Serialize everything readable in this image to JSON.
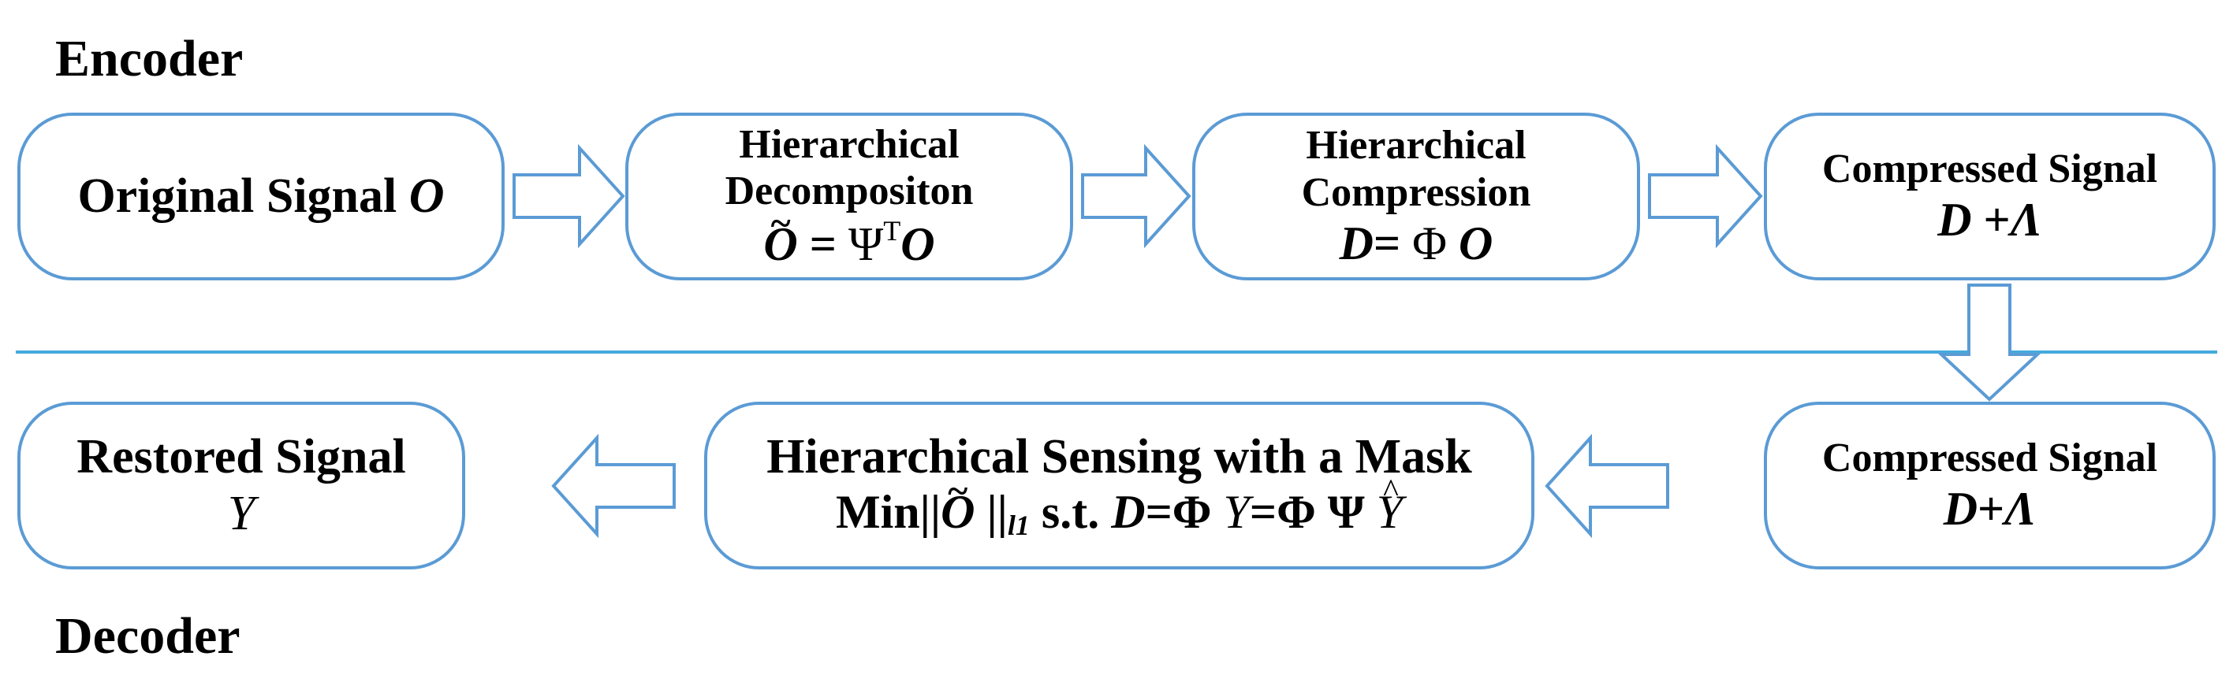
{
  "encoder_label": "Encoder",
  "decoder_label": "Decoder",
  "boxes": {
    "original": {
      "line1_text": "Original Signal",
      "line1_var": "O"
    },
    "decomposition": {
      "line1": "Hierarchical",
      "line2": "Decompositon",
      "eq": {
        "lhs": "O",
        "equals": " =",
        "psi": "Ψ",
        "sup": "T",
        "rhs": "O"
      }
    },
    "compression": {
      "line1": "Hierarchical",
      "line2": "Compression",
      "eq": {
        "lhs": "D",
        "equals": "=",
        "phi": " Φ ",
        "rhs": "O"
      }
    },
    "compressed_top": {
      "line1": "Compressed Signal",
      "eq": {
        "d": "D",
        "plus": " +",
        "lambda": "Λ"
      }
    },
    "compressed_bottom": {
      "line1": "Compressed Signal",
      "eq": {
        "d": "D",
        "plus": "+",
        "lambda": "Λ"
      }
    },
    "sensing": {
      "line1": "Hierarchical Sensing with a Mask",
      "eq": {
        "min": "Min||",
        "o": "O",
        "norm": " ||",
        "sub": "l1",
        "st": " s.t. ",
        "d": "D",
        "eq1": "=Φ ",
        "y1": "Y",
        "eq2": "=Φ Ψ ",
        "y2": "Y"
      }
    },
    "restored": {
      "line1": "Restored Signal",
      "var": "Y"
    }
  },
  "colors": {
    "box_border": "#5b9bd5",
    "divider": "#44aadd",
    "arrow_stroke": "#5b9bd5"
  }
}
